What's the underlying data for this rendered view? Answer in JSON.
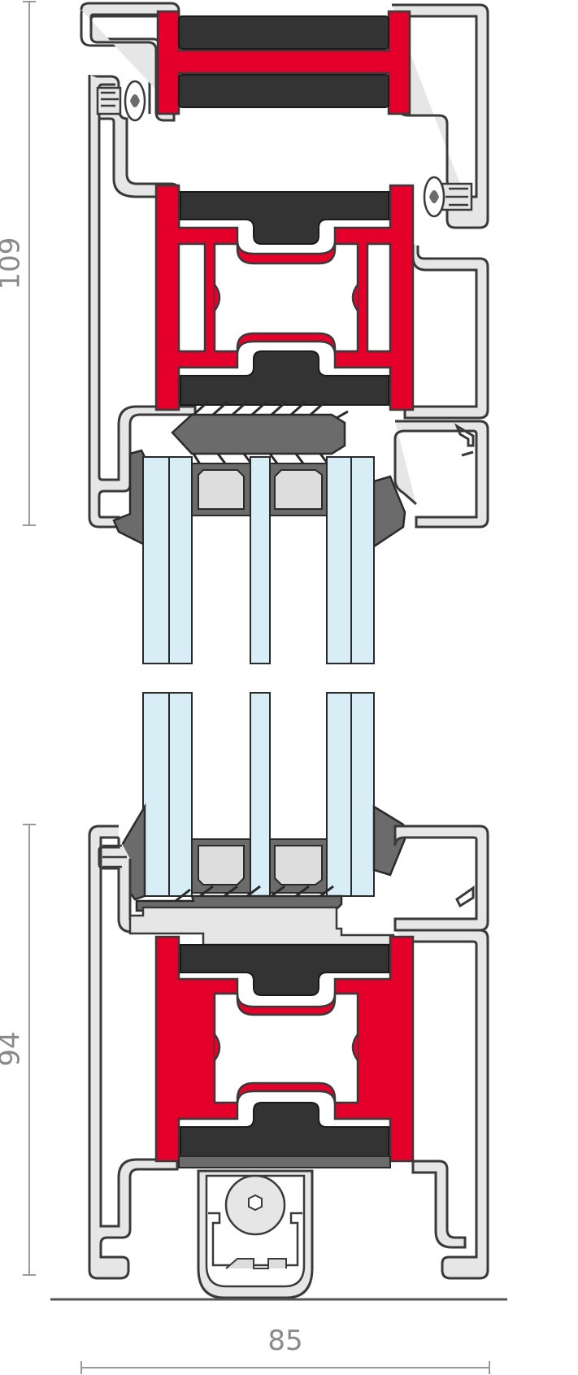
{
  "dimensions": {
    "upper_height": "109",
    "lower_height": "94",
    "total_width": "85"
  },
  "colors": {
    "frame_outline": "#3a3a3a",
    "frame_fill": "#e6e6e6",
    "thermal_break": "#e4002b",
    "insulation": "#333333",
    "glass": "#d8eef6",
    "gasket": "#6b6b6b",
    "spacer": "#dddddd",
    "dimension_line": "#9a9a9a",
    "floor_line": "#555555"
  }
}
